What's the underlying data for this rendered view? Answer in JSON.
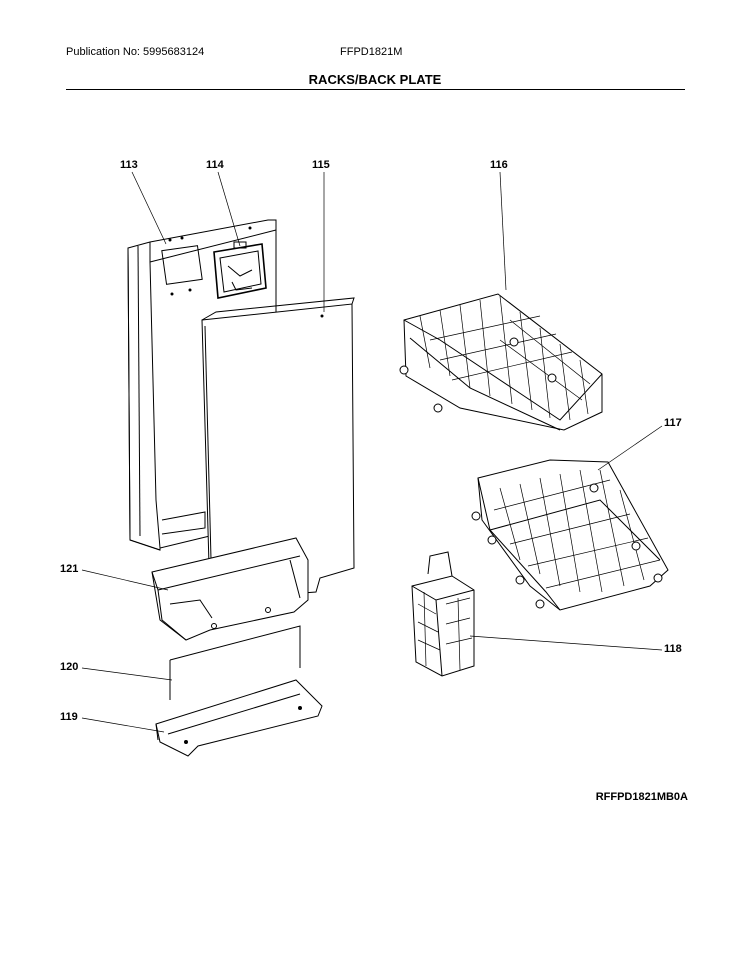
{
  "header": {
    "publication": "Publication No: 5995683124",
    "model": "FFPD1821M",
    "title": "RACKS/BACK PLATE"
  },
  "callouts": {
    "c113": "113",
    "c114": "114",
    "c115": "115",
    "c116": "116",
    "c117": "117",
    "c118": "118",
    "c119": "119",
    "c120": "120",
    "c121": "121"
  },
  "footer": {
    "reference": "RFFPD1821MB0A"
  }
}
